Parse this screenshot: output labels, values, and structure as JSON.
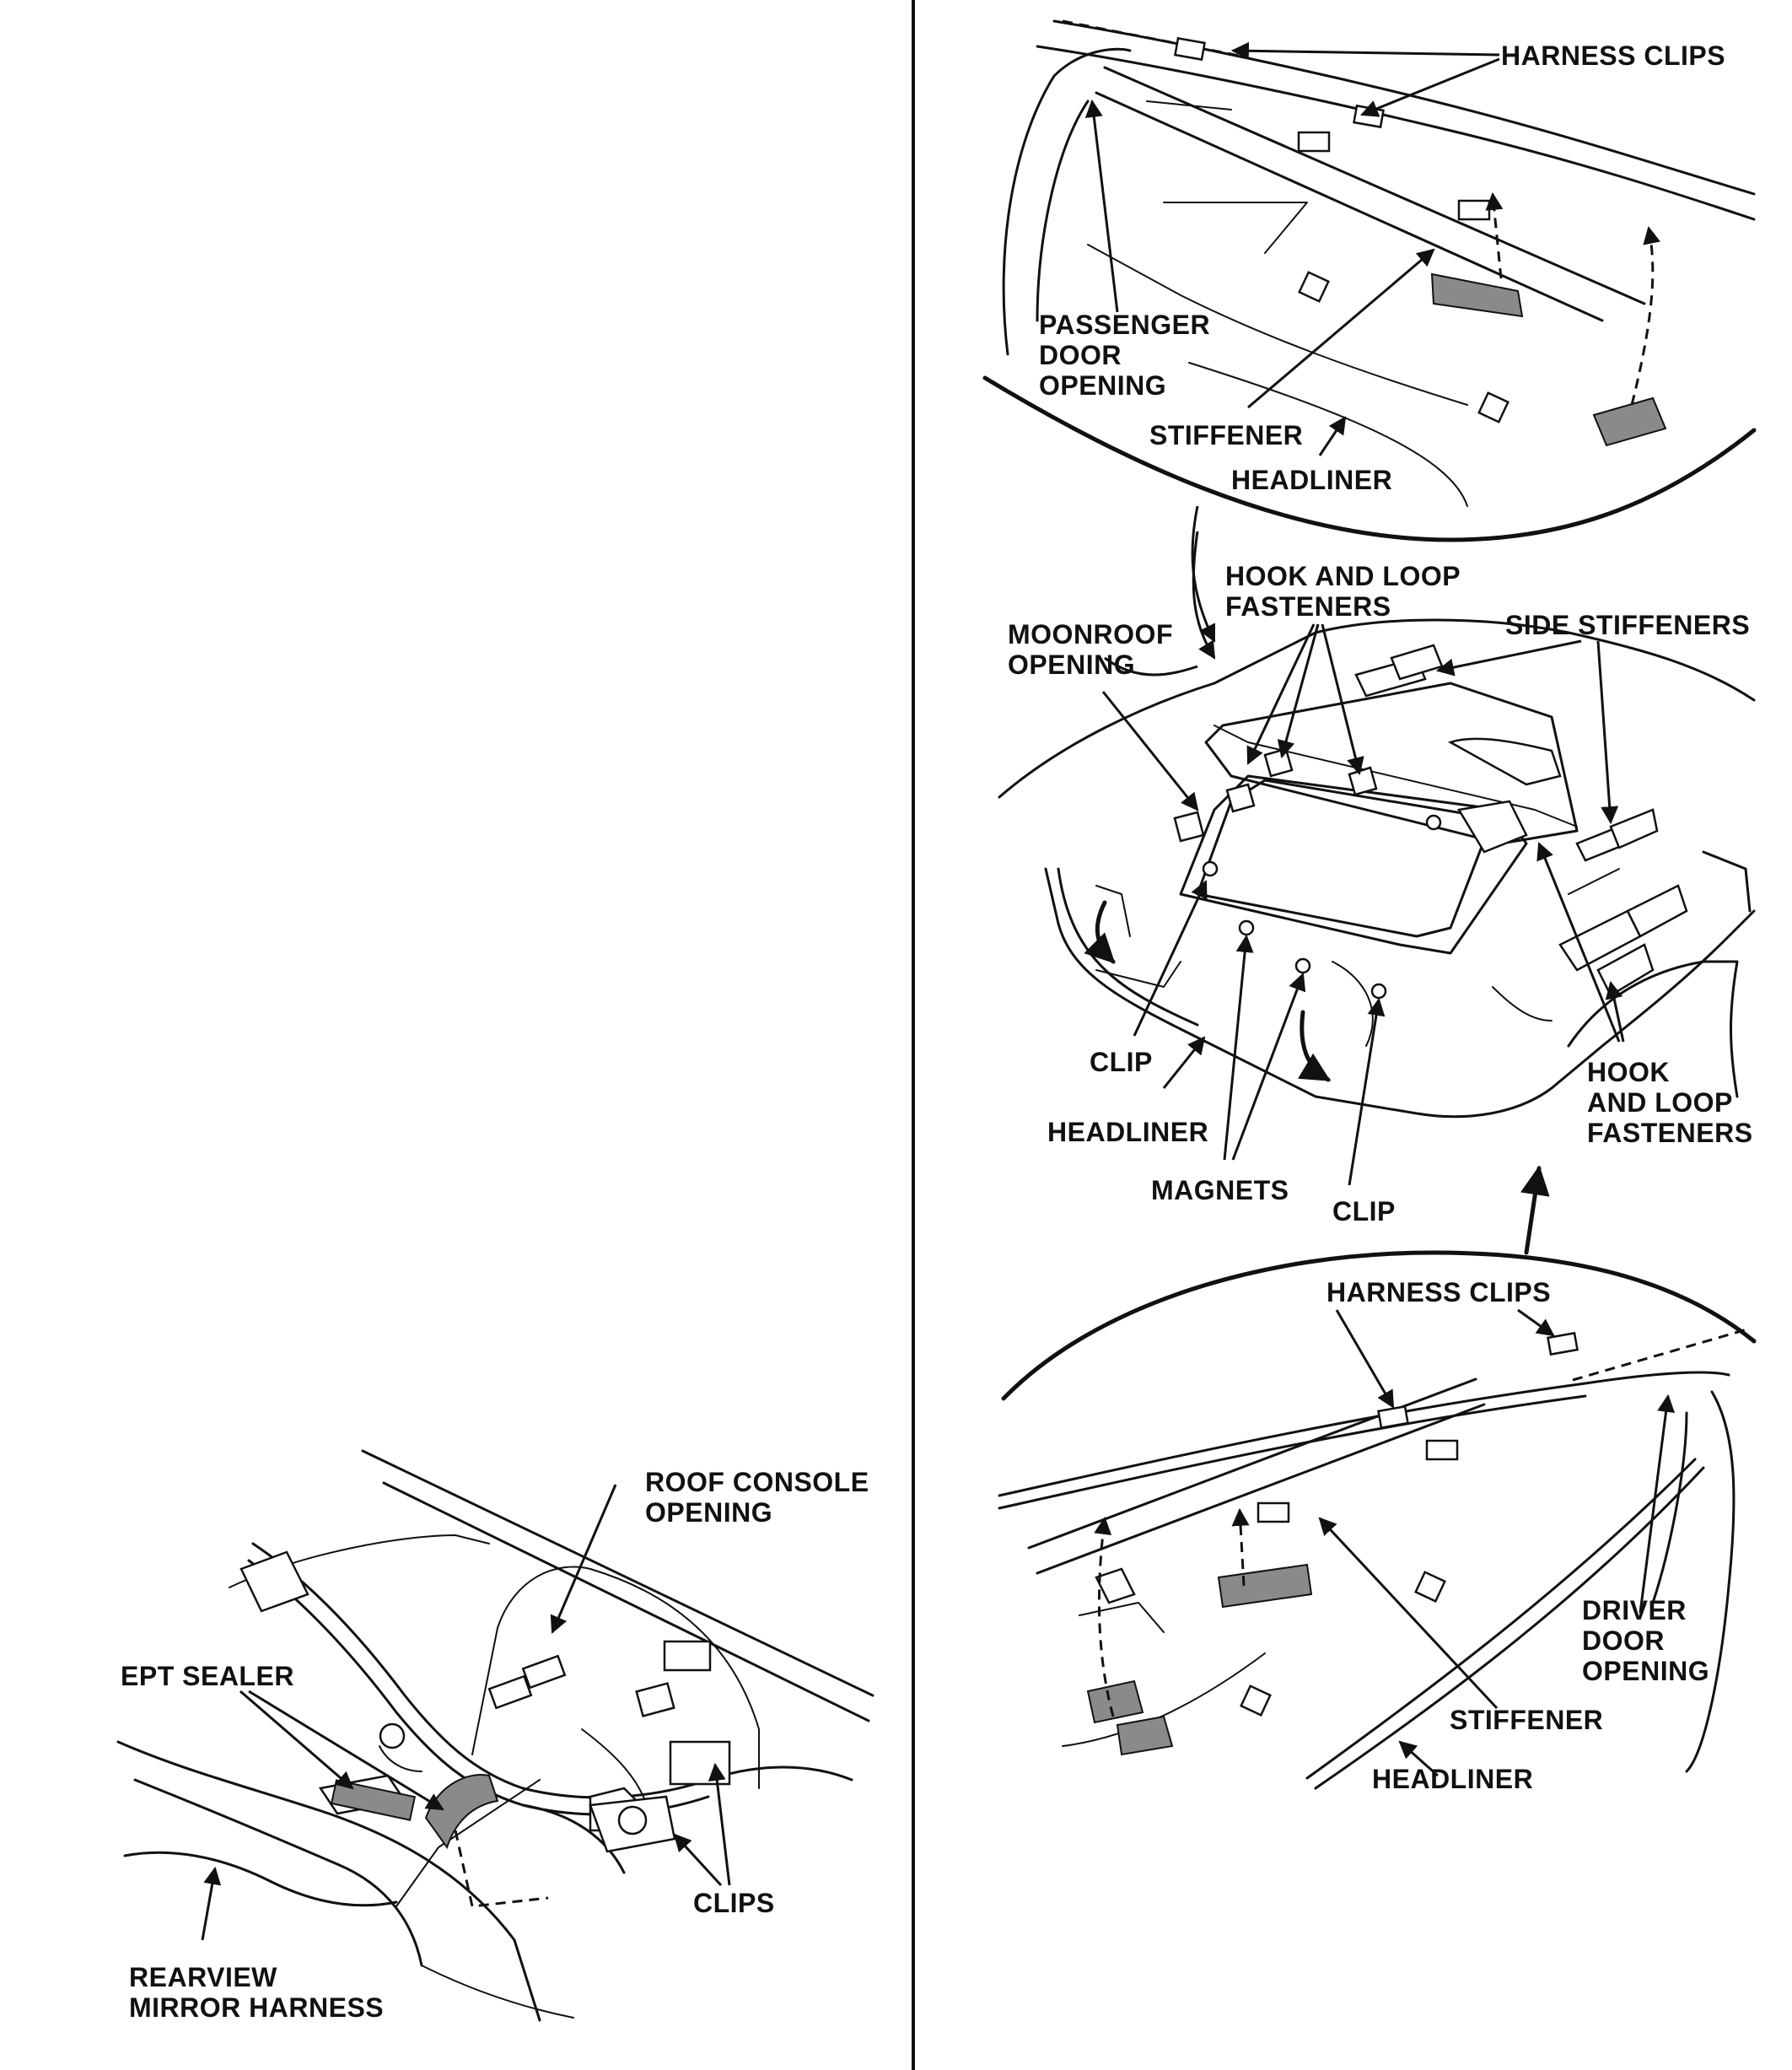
{
  "colors": {
    "ink": "#111111",
    "pad": "#8a8a8a",
    "background": "#ffffff"
  },
  "roof_console": {
    "roof_console_opening": [
      "ROOF CONSOLE",
      "OPENING"
    ],
    "ept_sealer": [
      "EPT SEALER"
    ],
    "clips": [
      "CLIPS"
    ],
    "rearview_mirror_harness": [
      "REARVIEW",
      "MIRROR HARNESS"
    ]
  },
  "passenger_side": {
    "harness_clips": [
      "HARNESS CLIPS"
    ],
    "passenger_door_opening": [
      "PASSENGER",
      "DOOR",
      "OPENING"
    ],
    "stiffener": [
      "STIFFENER"
    ],
    "headliner": [
      "HEADLINER"
    ]
  },
  "overview": {
    "hook_and_loop_top": [
      "HOOK AND LOOP",
      "FASTENERS"
    ],
    "moonroof_opening": [
      "MOONROOF",
      "OPENING"
    ],
    "side_stiffeners": [
      "SIDE STIFFENERS"
    ],
    "clip_left": [
      "CLIP"
    ],
    "headliner": [
      "HEADLINER"
    ],
    "magnets": [
      "MAGNETS"
    ],
    "clip_right": [
      "CLIP"
    ],
    "hook_and_loop_right": [
      "HOOK",
      "AND LOOP",
      "FASTENERS"
    ]
  },
  "driver_side": {
    "harness_clips": [
      "HARNESS CLIPS"
    ],
    "driver_door_opening": [
      "DRIVER",
      "DOOR",
      "OPENING"
    ],
    "stiffener": [
      "STIFFENER"
    ],
    "headliner": [
      "HEADLINER"
    ]
  }
}
